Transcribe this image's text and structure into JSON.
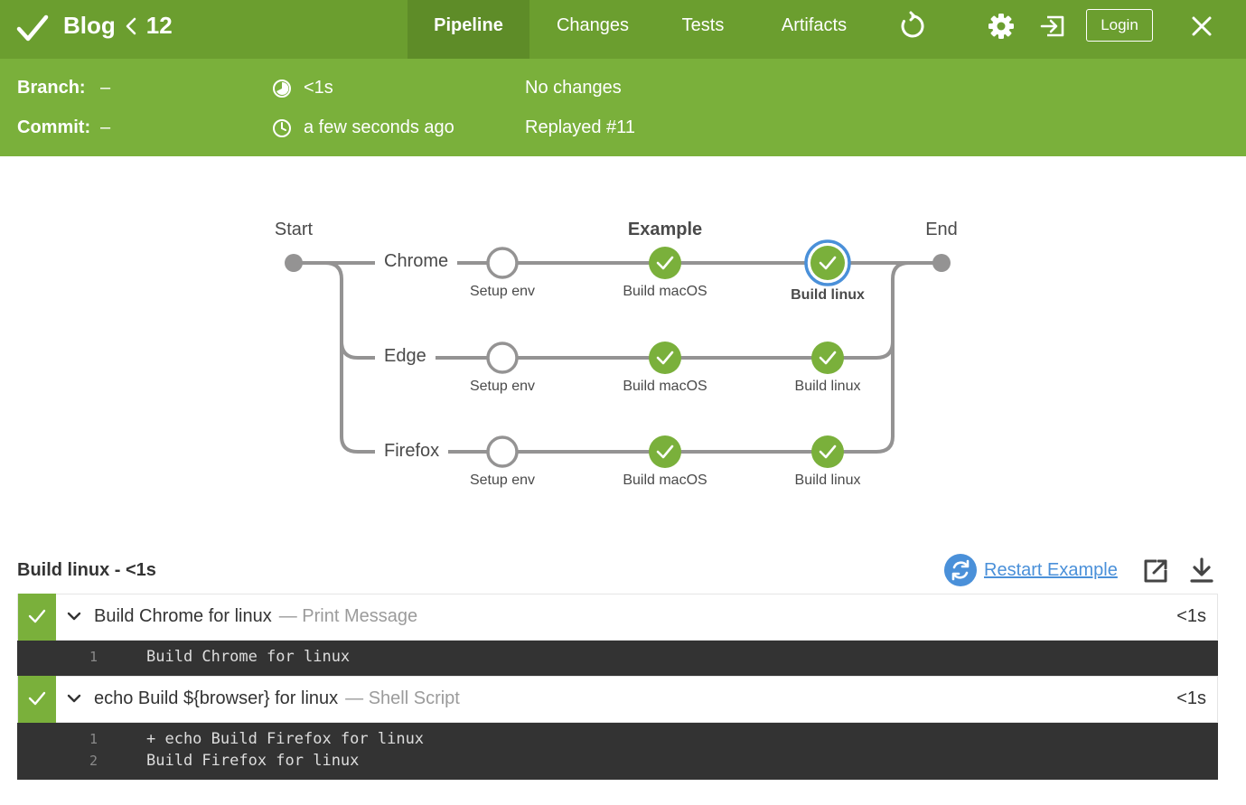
{
  "header": {
    "title": "Blog",
    "run_number": "12",
    "tabs": [
      {
        "label": "Pipeline",
        "active": true
      },
      {
        "label": "Changes",
        "active": false
      },
      {
        "label": "Tests",
        "active": false
      },
      {
        "label": "Artifacts",
        "active": false
      }
    ],
    "icons": [
      "replay-icon",
      "gear-icon",
      "sign-out-icon",
      "close-icon"
    ],
    "login_label": "Login",
    "colors": {
      "bar": "#6b9e2f",
      "active_tab": "#5e8c28"
    }
  },
  "info": {
    "branch_label": "Branch:",
    "branch_value": "–",
    "commit_label": "Commit:",
    "commit_value": "–",
    "duration": "<1s",
    "time": "a few seconds ago",
    "changes": "No changes",
    "replayed": "Replayed #11",
    "color": "#7ab03b"
  },
  "pipeline": {
    "start_label": "Start",
    "end_label": "End",
    "stage_header": "Example",
    "branches": [
      {
        "name": "Chrome",
        "stages": [
          {
            "label": "Setup env",
            "status": "not-built"
          },
          {
            "label": "Build macOS",
            "status": "success"
          },
          {
            "label": "Build linux",
            "status": "success",
            "selected": true
          }
        ]
      },
      {
        "name": "Edge",
        "stages": [
          {
            "label": "Setup env",
            "status": "not-built"
          },
          {
            "label": "Build macOS",
            "status": "success"
          },
          {
            "label": "Build linux",
            "status": "success"
          }
        ]
      },
      {
        "name": "Firefox",
        "stages": [
          {
            "label": "Setup env",
            "status": "not-built"
          },
          {
            "label": "Build macOS",
            "status": "success"
          },
          {
            "label": "Build linux",
            "status": "success"
          }
        ]
      }
    ]
  },
  "steps_panel": {
    "title": "Build linux - <1s",
    "restart_label": "Restart Example",
    "steps": [
      {
        "name": "Build Chrome for linux",
        "type": "— Print Message",
        "duration": "<1s",
        "log": [
          {
            "n": "1",
            "text": "Build Chrome for linux"
          }
        ]
      },
      {
        "name": "echo Build ${browser} for linux",
        "type": "— Shell Script",
        "duration": "<1s",
        "log": [
          {
            "n": "1",
            "text": "+ echo Build Firefox for linux"
          },
          {
            "n": "2",
            "text": "Build Firefox for linux"
          }
        ]
      }
    ]
  }
}
